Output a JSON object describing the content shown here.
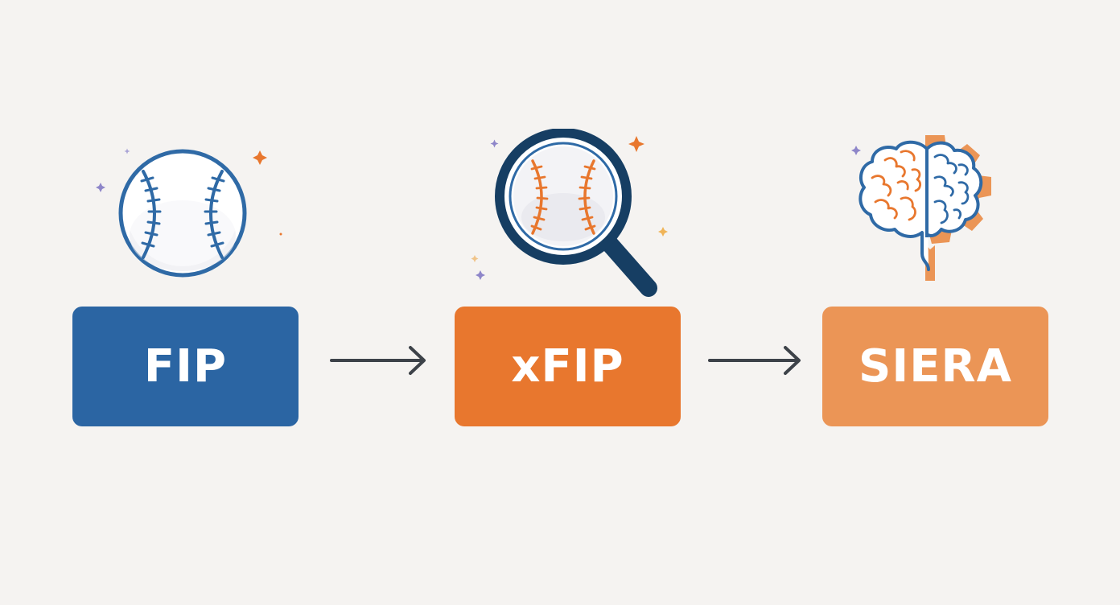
{
  "steps": [
    {
      "label": "FIP",
      "icon": "baseball-icon",
      "color": "#2b65a3"
    },
    {
      "label": "xFIP",
      "icon": "magnifier-baseball-icon",
      "color": "#e8772e"
    },
    {
      "label": "SIERA",
      "icon": "brain-gear-icon",
      "color": "#eb9556"
    }
  ],
  "colors": {
    "background": "#f5f3f1",
    "navy": "#1e4a73",
    "blue": "#2f6aa6",
    "orange": "#e8772e",
    "arrow": "#3d4249",
    "sparkle_purple": "#8e86c9"
  }
}
